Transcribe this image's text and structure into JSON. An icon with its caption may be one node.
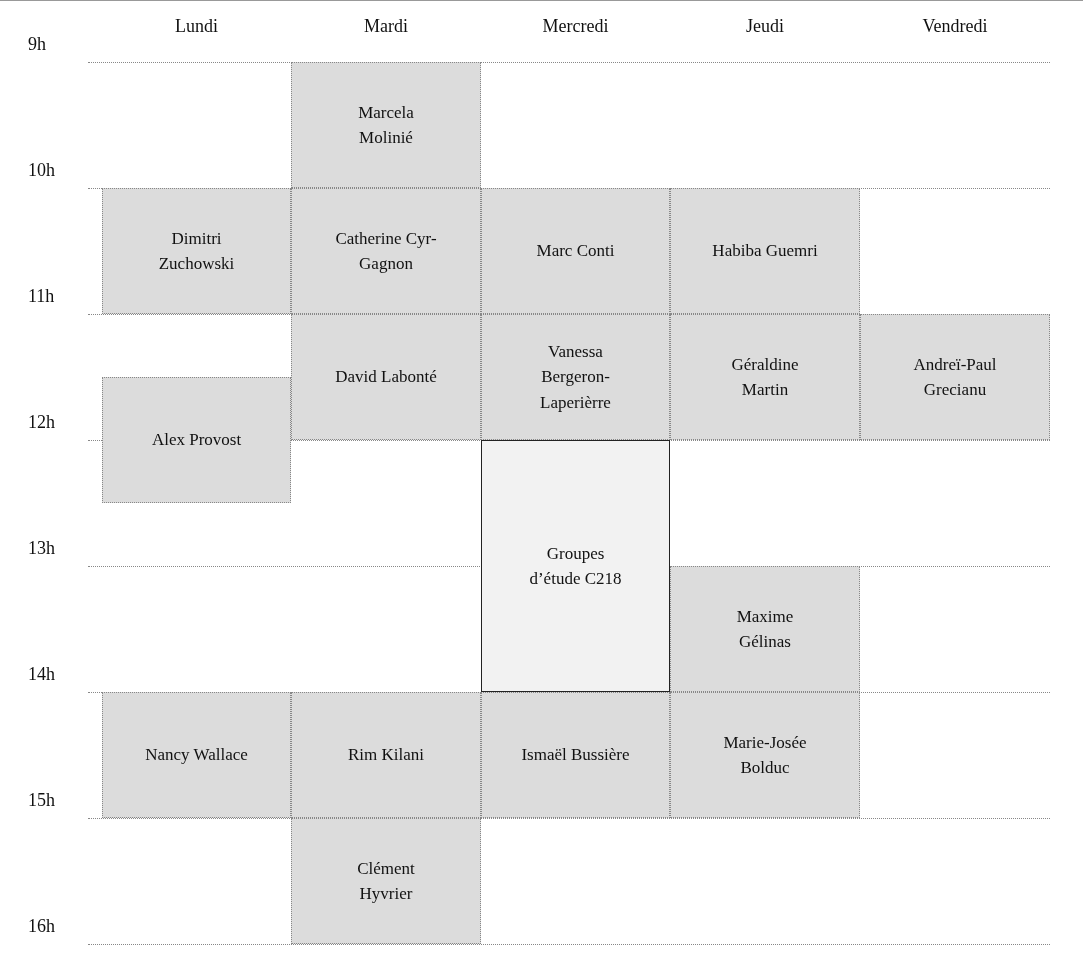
{
  "diagram": {
    "nodes": [
      {
        "text": [
          "Marcela Molinié"
        ]
      },
      {
        "text": [
          "Dimitri Zuchowski"
        ]
      },
      {
        "text": [
          "Catherine Cyr-Gagnon"
        ]
      },
      {
        "text": [
          "Marc Conti"
        ]
      },
      {
        "text": [
          "Habiba Guemri"
        ]
      },
      {
        "text": [
          "David Labonté"
        ]
      },
      {
        "text": [
          "Vanessa Bergeron-Laperièrre"
        ]
      },
      {
        "text": [
          "Géraldine Martin"
        ]
      },
      {
        "text": [
          "Andreï-Paul Grecianu"
        ]
      },
      {
        "text": [
          "Alex Provost"
        ]
      },
      {
        "text": [
          "Groupes d’étude C218"
        ]
      },
      {
        "text": [
          "Maxime Gélinas"
        ]
      },
      {
        "text": [
          "Nancy Wallace"
        ]
      },
      {
        "text": [
          "Rim Kilani"
        ]
      },
      {
        "text": [
          "Ismaël Bussière"
        ]
      },
      {
        "text": [
          "Marie-Josée Bolduc"
        ]
      },
      {
        "text": [
          "Clément Hyvrier"
        ]
      }
    ],
    "labels": [
      "Lundi",
      "Mardi",
      "Mercredi",
      "Jeudi",
      "Vendredi",
      "9h",
      "10h",
      "11h",
      "12h",
      "13h",
      "14h",
      "15h",
      "16h"
    ]
  }
}
